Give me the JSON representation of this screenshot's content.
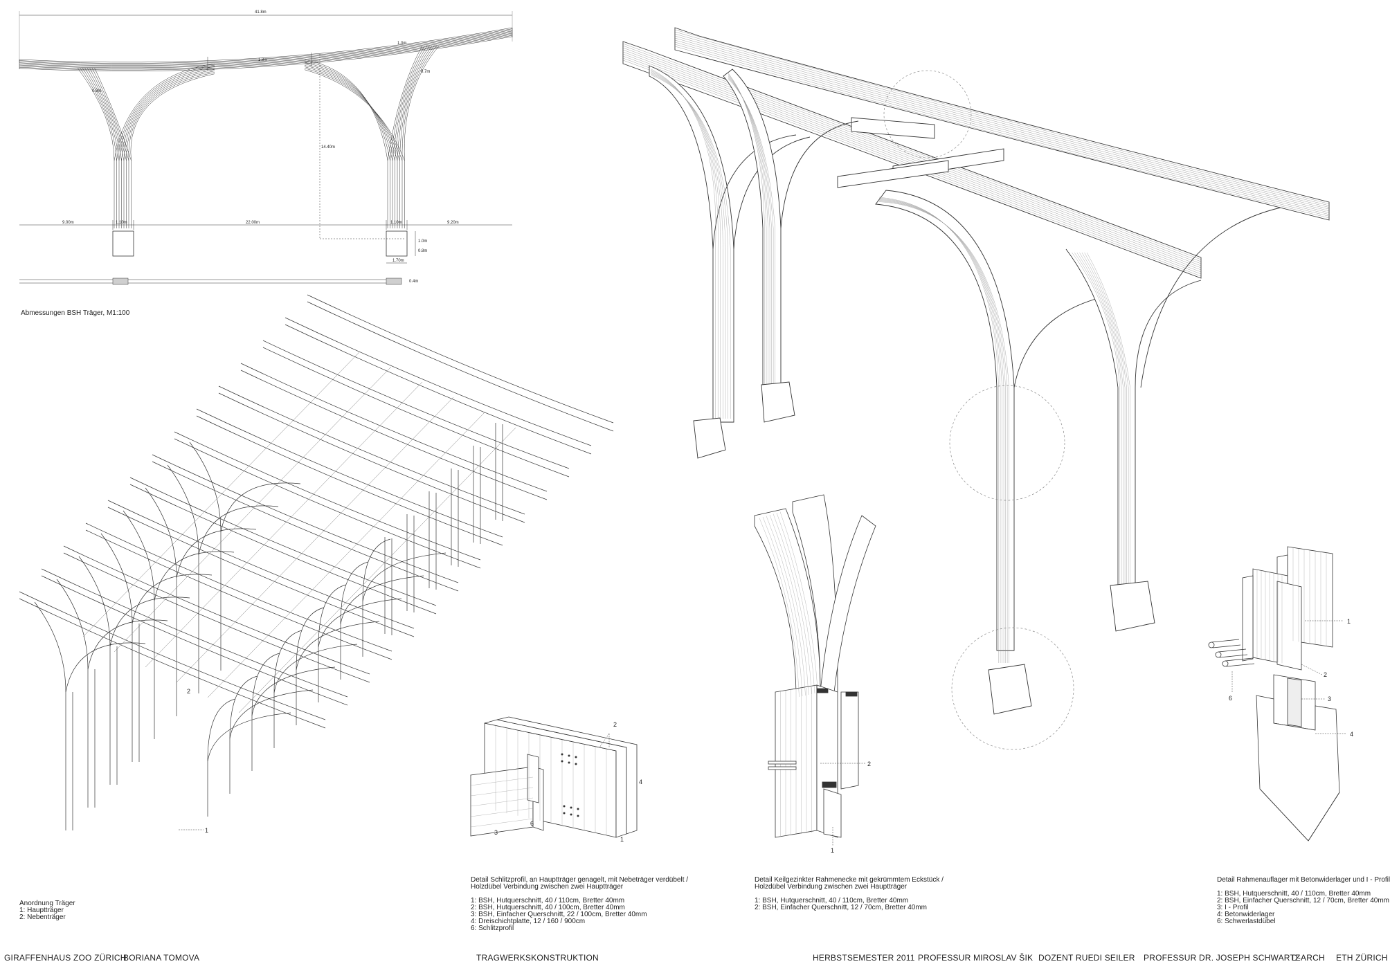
{
  "elevation": {
    "caption": "Abmessungen BSH Träger, M1:100",
    "dims": {
      "overall": "41.8m",
      "beam_right": "1.0m",
      "beam_mid": "1.8m",
      "arch_left": "0.8m",
      "arch_right": "0.7m",
      "height": "14.40m",
      "left_span": "9.00m",
      "col_left": "1.10m",
      "center_span": "22.00m",
      "col_right": "1.10m",
      "right_span": "9.20m",
      "foot_h1": "1.0m",
      "foot_h2": "0.8m",
      "foot_w": "1.70m",
      "section_w": "0.4m"
    }
  },
  "arrangement": {
    "title": "Anordnung Träger",
    "items": [
      "1: Hauptträger",
      "2: Nebenträger"
    ],
    "tag1": "1",
    "tag2": "2"
  },
  "detail_slot": {
    "title_lines": [
      "Detail Schlitzprofil, an Hauptträger genagelt, mit Nebeträger verdübelt /",
      "Holzdübel Verbindung zwischen zwei Hauptträger"
    ],
    "items": [
      "1: BSH, Hutquerschnitt, 40 / 110cm, Bretter 40mm",
      "2: BSH, Hutquerschnitt, 40 / 100cm, Bretter 40mm",
      "3: BSH, Einfacher Querschnitt, 22 / 100cm, Bretter 40mm",
      "4: Dreischichtplatte, 12 / 160 / 900cm",
      "6: Schlitzprofil"
    ],
    "tags": [
      "2",
      "4",
      "3",
      "6",
      "1"
    ]
  },
  "detail_corner": {
    "title_lines": [
      "Detail Keilgezinkter Rahmenecke mit gekrümmtem Eckstück /",
      "Holzdübel Verbindung zwischen zwei Hauptträger"
    ],
    "items": [
      "1: BSH, Hutquerschnitt, 40 / 110cm, Bretter 40mm",
      "2: BSH, Einfacher Querschnitt, 12 / 70cm, Bretter 40mm"
    ],
    "tags": [
      "2",
      "1"
    ]
  },
  "detail_support": {
    "title_lines": [
      "Detail Rahmenauflager mit Betonwiderlager und I - Profil"
    ],
    "items": [
      "1: BSH, Hutquerschnitt, 40 / 110cm, Bretter 40mm",
      "2: BSH, Einfacher Querschnitt, 12 / 70cm, Bretter 40mm",
      "3: I - Profil",
      "4: Betonwiderlager",
      "6: Schwerlastdübel"
    ],
    "tags": [
      "1",
      "2",
      "6",
      "3",
      "4"
    ]
  },
  "footer": {
    "project": "GIRAFFENHAUS ZOO ZÜRICH",
    "author": "BORIANA TOMOVA",
    "subject": "TRAGWERKSKONSTRUKTION",
    "semester": "HERBSTSEMESTER 2011",
    "prof1": "PROFESSUR MIROSLAV ŠIK",
    "lecturer": "DOZENT RUEDI SEILER",
    "prof2": "PROFESSUR DR. JOSEPH SCHWARTZ",
    "dept": "D-ARCH",
    "school": "ETH ZÜRICH"
  },
  "colors": {
    "ink": "#333333",
    "light": "#9a9a9a",
    "paper": "#ffffff"
  }
}
